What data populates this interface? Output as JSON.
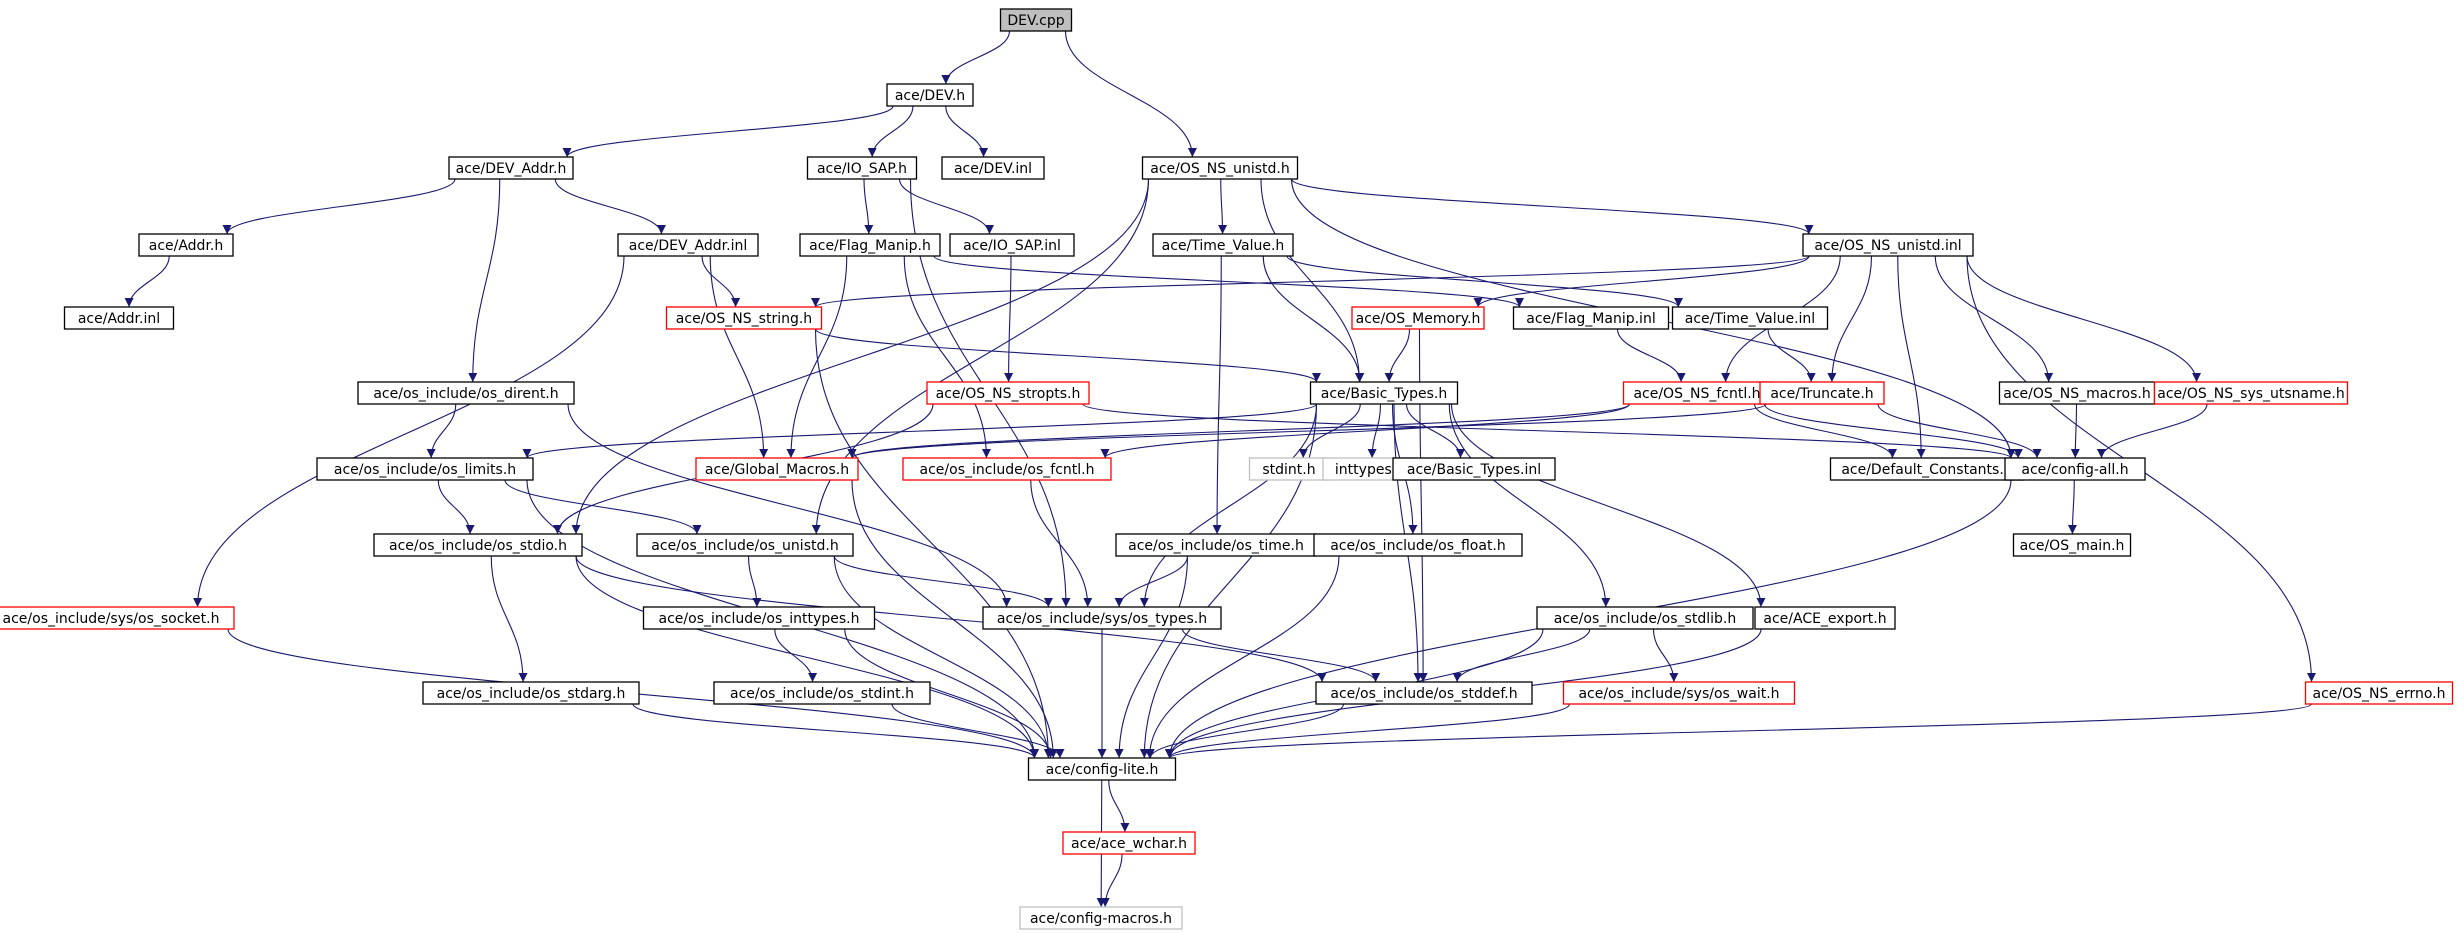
{
  "colors": {
    "edge": "#191970",
    "border_normal": "#000000",
    "border_incomplete": "#ff0000",
    "border_external": "#bfbfbf",
    "root_fill": "#bfbfbf",
    "fill": "#ffffff"
  },
  "nodes": [
    {
      "id": "dev_cpp",
      "label": "DEV.cpp",
      "kind": "root"
    },
    {
      "id": "dev_h",
      "label": "ace/DEV.h",
      "kind": "normal"
    },
    {
      "id": "dev_addr_h",
      "label": "ace/DEV_Addr.h",
      "kind": "normal"
    },
    {
      "id": "io_sap_h",
      "label": "ace/IO_SAP.h",
      "kind": "normal"
    },
    {
      "id": "dev_inl",
      "label": "ace/DEV.inl",
      "kind": "normal"
    },
    {
      "id": "os_ns_unistd_h",
      "label": "ace/OS_NS_unistd.h",
      "kind": "normal"
    },
    {
      "id": "addr_h",
      "label": "ace/Addr.h",
      "kind": "normal"
    },
    {
      "id": "dev_addr_inl",
      "label": "ace/DEV_Addr.inl",
      "kind": "normal"
    },
    {
      "id": "flag_manip_h",
      "label": "ace/Flag_Manip.h",
      "kind": "normal"
    },
    {
      "id": "io_sap_inl",
      "label": "ace/IO_SAP.inl",
      "kind": "normal"
    },
    {
      "id": "time_value_h",
      "label": "ace/Time_Value.h",
      "kind": "normal"
    },
    {
      "id": "os_ns_unistd_inl",
      "label": "ace/OS_NS_unistd.inl",
      "kind": "normal"
    },
    {
      "id": "addr_inl",
      "label": "ace/Addr.inl",
      "kind": "normal"
    },
    {
      "id": "os_ns_string_h",
      "label": "ace/OS_NS_string.h",
      "kind": "incomplete"
    },
    {
      "id": "os_memory_h",
      "label": "ace/OS_Memory.h",
      "kind": "incomplete"
    },
    {
      "id": "flag_manip_inl",
      "label": "ace/Flag_Manip.inl",
      "kind": "normal"
    },
    {
      "id": "time_value_inl",
      "label": "ace/Time_Value.inl",
      "kind": "normal"
    },
    {
      "id": "os_dirent_h",
      "label": "ace/os_include/os_dirent.h",
      "kind": "normal"
    },
    {
      "id": "os_ns_stropts_h",
      "label": "ace/OS_NS_stropts.h",
      "kind": "incomplete"
    },
    {
      "id": "basic_types_h",
      "label": "ace/Basic_Types.h",
      "kind": "normal"
    },
    {
      "id": "os_ns_fcntl_h",
      "label": "ace/OS_NS_fcntl.h",
      "kind": "incomplete"
    },
    {
      "id": "truncate_h",
      "label": "ace/Truncate.h",
      "kind": "incomplete"
    },
    {
      "id": "os_ns_macros_h",
      "label": "ace/OS_NS_macros.h",
      "kind": "normal"
    },
    {
      "id": "os_ns_sys_utsname_h",
      "label": "ace/OS_NS_sys_utsname.h",
      "kind": "incomplete"
    },
    {
      "id": "os_limits_h",
      "label": "ace/os_include/os_limits.h",
      "kind": "normal"
    },
    {
      "id": "global_macros_h",
      "label": "ace/Global_Macros.h",
      "kind": "incomplete"
    },
    {
      "id": "os_fcntl_h",
      "label": "ace/os_include/os_fcntl.h",
      "kind": "incomplete"
    },
    {
      "id": "stdint_h",
      "label": "stdint.h",
      "kind": "external"
    },
    {
      "id": "inttypes_h",
      "label": "inttypes.h",
      "kind": "external"
    },
    {
      "id": "basic_types_inl",
      "label": "ace/Basic_Types.inl",
      "kind": "normal"
    },
    {
      "id": "default_constants_h",
      "label": "ace/Default_Constants.h",
      "kind": "normal"
    },
    {
      "id": "config_all_h",
      "label": "ace/config-all.h",
      "kind": "normal"
    },
    {
      "id": "os_stdio_h",
      "label": "ace/os_include/os_stdio.h",
      "kind": "normal"
    },
    {
      "id": "os_unistd_h",
      "label": "ace/os_include/os_unistd.h",
      "kind": "normal"
    },
    {
      "id": "os_time_h",
      "label": "ace/os_include/os_time.h",
      "kind": "normal"
    },
    {
      "id": "os_float_h",
      "label": "ace/os_include/os_float.h",
      "kind": "normal"
    },
    {
      "id": "os_main_h",
      "label": "ace/OS_main.h",
      "kind": "normal"
    },
    {
      "id": "os_socket_h",
      "label": "ace/os_include/sys/os_socket.h",
      "kind": "incomplete"
    },
    {
      "id": "os_inttypes_h",
      "label": "ace/os_include/os_inttypes.h",
      "kind": "normal"
    },
    {
      "id": "os_types_h",
      "label": "ace/os_include/sys/os_types.h",
      "kind": "normal"
    },
    {
      "id": "os_stdlib_h",
      "label": "ace/os_include/os_stdlib.h",
      "kind": "normal"
    },
    {
      "id": "ace_export_h",
      "label": "ace/ACE_export.h",
      "kind": "normal"
    },
    {
      "id": "os_stdarg_h",
      "label": "ace/os_include/os_stdarg.h",
      "kind": "normal"
    },
    {
      "id": "os_stdint_h",
      "label": "ace/os_include/os_stdint.h",
      "kind": "normal"
    },
    {
      "id": "os_stddef_h",
      "label": "ace/os_include/os_stddef.h",
      "kind": "normal"
    },
    {
      "id": "os_wait_h",
      "label": "ace/os_include/sys/os_wait.h",
      "kind": "incomplete"
    },
    {
      "id": "os_ns_errno_h",
      "label": "ace/OS_NS_errno.h",
      "kind": "incomplete"
    },
    {
      "id": "config_lite_h",
      "label": "ace/config-lite.h",
      "kind": "normal"
    },
    {
      "id": "ace_wchar_h",
      "label": "ace/ace_wchar.h",
      "kind": "incomplete"
    },
    {
      "id": "config_macros_h",
      "label": "ace/config-macros.h",
      "kind": "external"
    }
  ],
  "edges": [
    [
      "dev_cpp",
      "dev_h"
    ],
    [
      "dev_cpp",
      "os_ns_unistd_h"
    ],
    [
      "dev_h",
      "dev_addr_h"
    ],
    [
      "dev_h",
      "io_sap_h"
    ],
    [
      "dev_h",
      "dev_inl"
    ],
    [
      "dev_addr_h",
      "addr_h"
    ],
    [
      "dev_addr_h",
      "dev_addr_inl"
    ],
    [
      "dev_addr_h",
      "os_dirent_h"
    ],
    [
      "addr_h",
      "addr_inl"
    ],
    [
      "dev_addr_inl",
      "os_ns_string_h"
    ],
    [
      "dev_addr_inl",
      "global_macros_h"
    ],
    [
      "dev_addr_inl",
      "os_socket_h"
    ],
    [
      "io_sap_h",
      "flag_manip_h"
    ],
    [
      "io_sap_h",
      "io_sap_inl"
    ],
    [
      "io_sap_h",
      "os_types_h"
    ],
    [
      "flag_manip_h",
      "flag_manip_inl"
    ],
    [
      "flag_manip_h",
      "global_macros_h"
    ],
    [
      "flag_manip_h",
      "os_fcntl_h"
    ],
    [
      "io_sap_inl",
      "os_ns_stropts_h"
    ],
    [
      "os_ns_unistd_h",
      "time_value_h"
    ],
    [
      "os_ns_unistd_h",
      "os_ns_unistd_inl"
    ],
    [
      "os_ns_unistd_h",
      "basic_types_h"
    ],
    [
      "os_ns_unistd_h",
      "os_stdio_h"
    ],
    [
      "os_ns_unistd_h",
      "os_unistd_h"
    ],
    [
      "os_ns_unistd_h",
      "config_all_h"
    ],
    [
      "time_value_h",
      "time_value_inl"
    ],
    [
      "time_value_h",
      "basic_types_h"
    ],
    [
      "time_value_h",
      "os_time_h"
    ],
    [
      "os_ns_unistd_inl",
      "os_ns_string_h"
    ],
    [
      "os_ns_unistd_inl",
      "os_memory_h"
    ],
    [
      "os_ns_unistd_inl",
      "os_ns_fcntl_h"
    ],
    [
      "os_ns_unistd_inl",
      "truncate_h"
    ],
    [
      "os_ns_unistd_inl",
      "os_ns_macros_h"
    ],
    [
      "os_ns_unistd_inl",
      "os_ns_sys_utsname_h"
    ],
    [
      "os_ns_unistd_inl",
      "default_constants_h"
    ],
    [
      "os_ns_unistd_inl",
      "os_ns_errno_h"
    ],
    [
      "os_ns_string_h",
      "basic_types_h"
    ],
    [
      "os_ns_string_h",
      "config_lite_h"
    ],
    [
      "os_memory_h",
      "basic_types_h"
    ],
    [
      "os_memory_h",
      "os_stddef_h"
    ],
    [
      "flag_manip_inl",
      "os_ns_fcntl_h"
    ],
    [
      "time_value_inl",
      "truncate_h"
    ],
    [
      "os_dirent_h",
      "os_limits_h"
    ],
    [
      "os_dirent_h",
      "os_types_h"
    ],
    [
      "os_ns_stropts_h",
      "os_stdio_h"
    ],
    [
      "os_ns_stropts_h",
      "config_all_h"
    ],
    [
      "basic_types_h",
      "os_limits_h"
    ],
    [
      "basic_types_h",
      "stdint_h"
    ],
    [
      "basic_types_h",
      "inttypes_h"
    ],
    [
      "basic_types_h",
      "basic_types_inl"
    ],
    [
      "basic_types_h",
      "os_types_h"
    ],
    [
      "basic_types_h",
      "os_float_h"
    ],
    [
      "basic_types_h",
      "os_stdlib_h"
    ],
    [
      "basic_types_h",
      "ace_export_h"
    ],
    [
      "basic_types_h",
      "os_stddef_h"
    ],
    [
      "basic_types_h",
      "config_lite_h"
    ],
    [
      "os_ns_fcntl_h",
      "global_macros_h"
    ],
    [
      "os_ns_fcntl_h",
      "os_fcntl_h"
    ],
    [
      "os_ns_fcntl_h",
      "default_constants_h"
    ],
    [
      "os_ns_fcntl_h",
      "config_all_h"
    ],
    [
      "truncate_h",
      "global_macros_h"
    ],
    [
      "truncate_h",
      "config_all_h"
    ],
    [
      "os_ns_macros_h",
      "config_all_h"
    ],
    [
      "os_ns_sys_utsname_h",
      "config_all_h"
    ],
    [
      "config_all_h",
      "os_main_h"
    ],
    [
      "config_all_h",
      "config_lite_h"
    ],
    [
      "os_limits_h",
      "os_stdio_h"
    ],
    [
      "os_limits_h",
      "os_unistd_h"
    ],
    [
      "os_limits_h",
      "config_lite_h"
    ],
    [
      "global_macros_h",
      "config_lite_h"
    ],
    [
      "os_fcntl_h",
      "os_types_h"
    ],
    [
      "os_stdio_h",
      "os_stdarg_h"
    ],
    [
      "os_stdio_h",
      "os_stddef_h"
    ],
    [
      "os_stdio_h",
      "config_lite_h"
    ],
    [
      "os_unistd_h",
      "os_inttypes_h"
    ],
    [
      "os_unistd_h",
      "os_types_h"
    ],
    [
      "os_unistd_h",
      "config_lite_h"
    ],
    [
      "os_time_h",
      "os_types_h"
    ],
    [
      "os_time_h",
      "config_lite_h"
    ],
    [
      "os_float_h",
      "config_lite_h"
    ],
    [
      "os_socket_h",
      "config_lite_h"
    ],
    [
      "os_inttypes_h",
      "os_stdint_h"
    ],
    [
      "os_inttypes_h",
      "config_lite_h"
    ],
    [
      "os_types_h",
      "os_stddef_h"
    ],
    [
      "os_types_h",
      "config_lite_h"
    ],
    [
      "os_stdlib_h",
      "os_stddef_h"
    ],
    [
      "os_stdlib_h",
      "os_wait_h"
    ],
    [
      "os_stdlib_h",
      "config_lite_h"
    ],
    [
      "ace_export_h",
      "config_lite_h"
    ],
    [
      "os_stdarg_h",
      "config_lite_h"
    ],
    [
      "os_stdint_h",
      "config_lite_h"
    ],
    [
      "os_stddef_h",
      "config_lite_h"
    ],
    [
      "os_wait_h",
      "config_lite_h"
    ],
    [
      "os_ns_errno_h",
      "config_lite_h"
    ],
    [
      "config_lite_h",
      "ace_wchar_h"
    ],
    [
      "config_lite_h",
      "config_macros_h"
    ],
    [
      "ace_wchar_h",
      "config_macros_h"
    ]
  ]
}
